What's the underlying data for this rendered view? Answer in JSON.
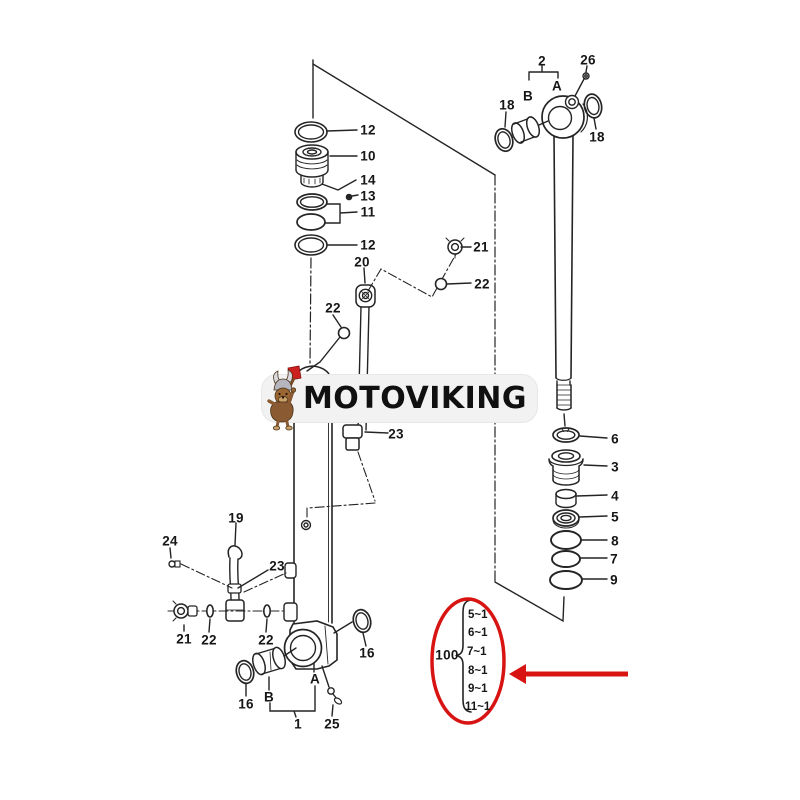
{
  "page": {
    "background": "#ffffff"
  },
  "colors": {
    "line": "#242424",
    "red": "#d81412",
    "badge_bg": "#f2f2f2",
    "text": "#161616"
  },
  "watermark": {
    "brand": "MOTOVIKING",
    "mascot": "viking-dog-with-axe"
  },
  "diagram": {
    "type": "exploded-parts-diagram",
    "subject": "hydraulic-cylinder-seal-kit",
    "callouts": {
      "seal12_top": "12",
      "piston10": "10",
      "pin14": "14",
      "ball13": "13",
      "rings11": "11",
      "seal12_bottom": "12",
      "banjo20": "20",
      "valve21_upper": "21",
      "oring22_upper_right": "22",
      "oring22_upper_left": "22",
      "elbow23": "23",
      "pipe19": "19",
      "bolt24": "24",
      "clamp23": "23",
      "valve21_lower": "21",
      "oring22_lower_left": "22",
      "oring22_lower_right": "22",
      "seal16_left": "16",
      "bushingB_bottom": "B",
      "eyeA_bottom": "A",
      "cylinder1": "1",
      "grease25": "25",
      "seal16_right": "16",
      "rod2": "2",
      "grease26": "26",
      "rodB": "B",
      "rodA": "A",
      "ring18_left": "18",
      "ring18_right": "18",
      "snap6": "6",
      "gland3": "3",
      "ring4": "4",
      "seal5": "5",
      "oring8": "8",
      "oring7": "7",
      "oring9": "9"
    },
    "note": {
      "group_label": "100",
      "items": [
        "5~1",
        "6~1",
        "7~1",
        "8~1",
        "9~1",
        "11~1"
      ]
    }
  }
}
